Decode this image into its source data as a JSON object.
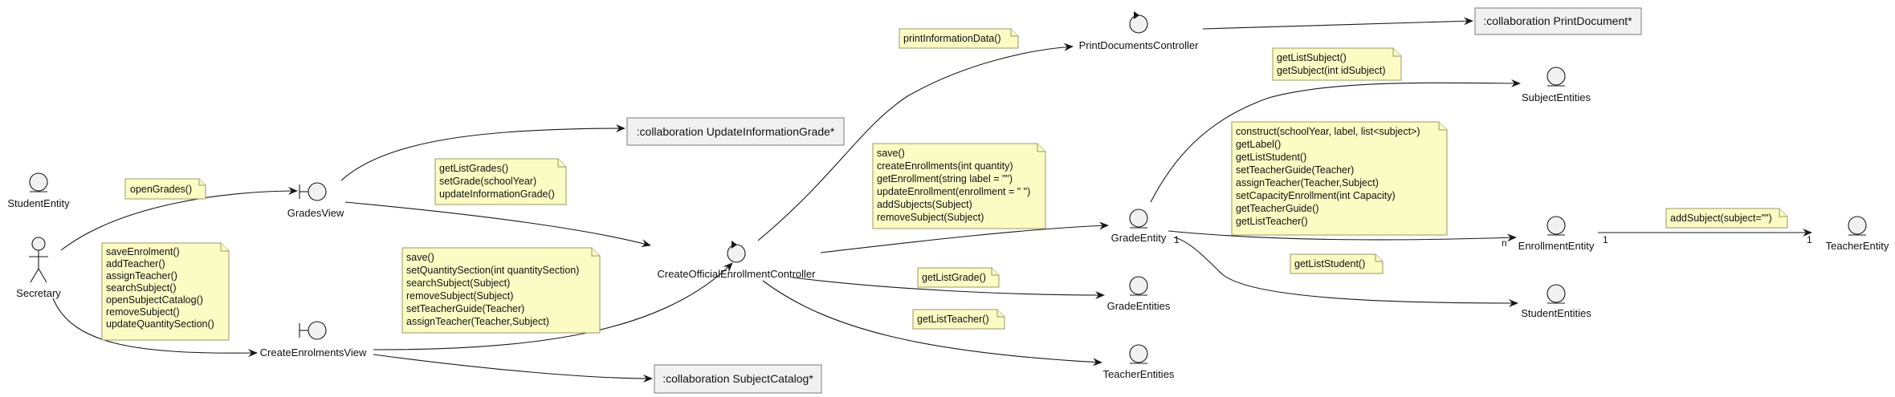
{
  "nodes": {
    "student_entity": "StudentEntity",
    "secretary": "Secretary",
    "grades_view": "GradesView",
    "create_enrolments_view": "CreateEnrolmentsView",
    "controller": "CreateOfficialEnrollmentController",
    "print_controller": "PrintDocumentsController",
    "grade_entity": "GradeEntity",
    "subject_entities": "SubjectEntities",
    "grade_entities": "GradeEntities",
    "teacher_entities": "TeacherEntities",
    "enrollment_entity": "EnrollmentEntity",
    "student_entities": "StudentEntities",
    "teacher_entity": "TeacherEntity"
  },
  "collaborations": {
    "update_information_grade": ":collaboration UpdateInformationGrade*",
    "subject_catalog": ":collaboration SubjectCatalog*",
    "print_document": ":collaboration PrintDocument*"
  },
  "notes": {
    "open_grades": [
      "openGrades()"
    ],
    "secretary_ops": [
      "saveEnrolment()",
      "addTeacher()",
      "assignTeacher()",
      "searchSubject()",
      "openSubjectCatalog()",
      "removeSubject()",
      "updateQuantitySection()"
    ],
    "grades_ops": [
      "getListGrades()",
      "setGrade(schoolYear)",
      "updateInformationGrade()"
    ],
    "enrolments_ops": [
      "save()",
      "setQuantitySection(int quantitySection)",
      "searchSubject(Subject)",
      "removeSubject(Subject)",
      "setTeacherGuide(Teacher)",
      "assignTeacher(Teacher,Subject)"
    ],
    "print_info": [
      "printInformationData()"
    ],
    "controller_ops": [
      "save()",
      "createEnrollments(int quantity)",
      "getEnrollment(string label = \"\")",
      "updateEnrollment(enrollment = \" \")",
      "addSubjects(Subject)",
      "removeSubject(Subject)"
    ],
    "get_list_grade": [
      "getListGrade()"
    ],
    "get_list_teacher": [
      "getListTeacher()"
    ],
    "subject_ops": [
      "getListSubject()",
      "getSubject(int idSubject)"
    ],
    "grade_entity_ops": [
      "construct(schoolYear, label, list<subject>)",
      "getLabel()",
      "getListStudent()",
      "setTeacherGuide(Teacher)",
      "assignTeacher(Teacher,Subject)",
      "setCapacityEnrollment(int Capacity)",
      "getTeacherGuide()",
      "getListTeacher()"
    ],
    "get_list_student": [
      "getListStudent()"
    ],
    "add_subject": [
      "addSubject(subject=\"\")"
    ]
  },
  "multiplicities": {
    "grade_side": "1",
    "enrollment_side": "n",
    "enrollment_to_teacher": "1",
    "teacher_side": "1"
  }
}
